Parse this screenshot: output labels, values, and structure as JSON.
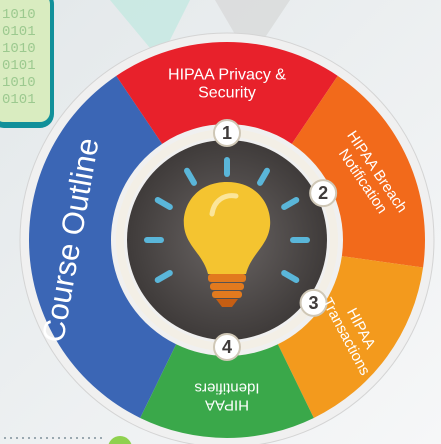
{
  "title": "Course Outline",
  "sections": [
    {
      "number": "1",
      "lines": [
        "HIPAA Privacy &",
        "Security"
      ],
      "color": "#e8212b"
    },
    {
      "number": "2",
      "lines": [
        "HIPAA Breach",
        "Notification"
      ],
      "color": "#f26a1b"
    },
    {
      "number": "3",
      "lines": [
        "HIPAA",
        "Transactions"
      ],
      "color": "#f39a1d"
    },
    {
      "number": "4",
      "lines": [
        "HIPAA",
        "Identifiers"
      ],
      "color": "#3aa84a"
    }
  ],
  "outline_color": "#3b66b5",
  "bulb_icon": "lightbulb-icon",
  "background_pattern": [
    "1010",
    "0101",
    "1010",
    "0101",
    "1010",
    "0101"
  ]
}
